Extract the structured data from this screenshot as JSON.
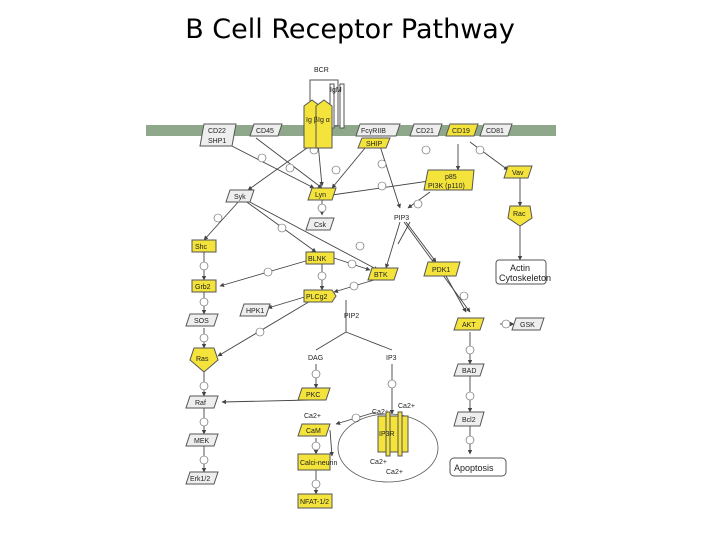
{
  "title": "B Cell Receptor Pathway",
  "colors": {
    "membrane": "#8fa88c",
    "active": "#f3e33a",
    "inactive": "#eeeeee",
    "stroke": "#555555"
  },
  "nodes": {
    "bcr": "BCR",
    "igm": "IgM",
    "ig_b": "Ig β",
    "ig_a": "Ig α",
    "cd22": "CD22",
    "shp1": "SHP1",
    "cd45": "CD45",
    "fcgriib": "FcγRIIB",
    "ship": "SHIP",
    "cd21": "CD21",
    "cd19": "CD19",
    "cd81": "CD81",
    "syk": "Syk",
    "lyn": "Lyn",
    "csk": "Csk",
    "p85": "p85",
    "pi3k": "PI3K (p110)",
    "vav": "Vav",
    "rac": "Rac",
    "pip3": "PIP3",
    "shc": "Shc",
    "grb2": "Grb2",
    "sos": "SOS",
    "hpk1": "HPK1",
    "blnk": "BLNK",
    "btk": "BTK",
    "pdk1": "PDK1",
    "plcg2": "PLCg2",
    "actin": "Actin",
    "cytoskeleton": "Cytoskeleton",
    "pip2": "PIP2",
    "ras": "Ras",
    "akt": "AKT",
    "gsk": "GSK",
    "dag": "DAG",
    "ip3": "IP3",
    "raf": "Raf",
    "pkc": "PKC",
    "bad": "BAD",
    "ca_1": "Ca2+",
    "ca_2": "Ca2+",
    "ca_3": "Ca2+",
    "ca_4": "Ca2+",
    "ca_5": "Ca2+",
    "mek": "MEK",
    "cam": "CaM",
    "ip3r": "IP3R",
    "bcl2": "Bcl2",
    "calcineurin": "Calci-neurin",
    "apoptosis": "Apoptosis",
    "erk": "Erk1/2",
    "nfat": "NFAT-1/2"
  }
}
